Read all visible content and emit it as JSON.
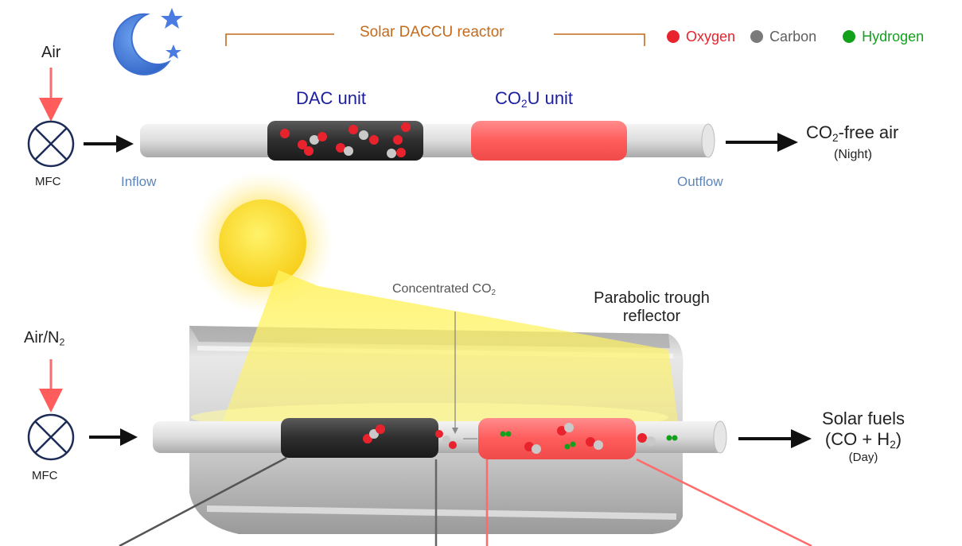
{
  "colors": {
    "oxygen": "#e8232d",
    "carbon": "#7a7a7a",
    "hydrogen": "#13a11c",
    "unit_label": "#1b1f9c",
    "reactor_bracket": "#c46a1c",
    "flow_label": "#5f86b8",
    "mfc": "#1c2c57",
    "co2u": "#ff6b6b"
  },
  "night": {
    "reactor_title": "Solar DACCU reactor",
    "air_label": "Air",
    "mfc_label": "MFC",
    "dac_label": "DAC unit",
    "co2u_label_pre": "CO",
    "co2u_label_sub": "2",
    "co2u_label_post": "U unit",
    "inflow_label": "Inflow",
    "outflow_label": "Outflow",
    "output_pre": "CO",
    "output_sub": "2",
    "output_post": "-free air",
    "output_time": "(Night)",
    "moon_icon": "moon-stars-icon"
  },
  "legend": [
    {
      "name": "Oxygen",
      "color": "#e8232d"
    },
    {
      "name": "Carbon",
      "color": "#7a7a7a"
    },
    {
      "name": "Hydrogen",
      "color": "#13a11c"
    }
  ],
  "day": {
    "air_label_pre": "Air/N",
    "air_label_sub": "2",
    "mfc_label": "MFC",
    "concentrated_pre": "Concentrated CO",
    "concentrated_sub": "2",
    "reflector_line1": "Parabolic trough",
    "reflector_line2": "reflector",
    "output_line1": "Solar fuels",
    "output_line2_pre": "(CO + H",
    "output_line2_sub": "2",
    "output_line2_post": ")",
    "output_time": "(Day)",
    "sun_icon": "sun-icon"
  }
}
